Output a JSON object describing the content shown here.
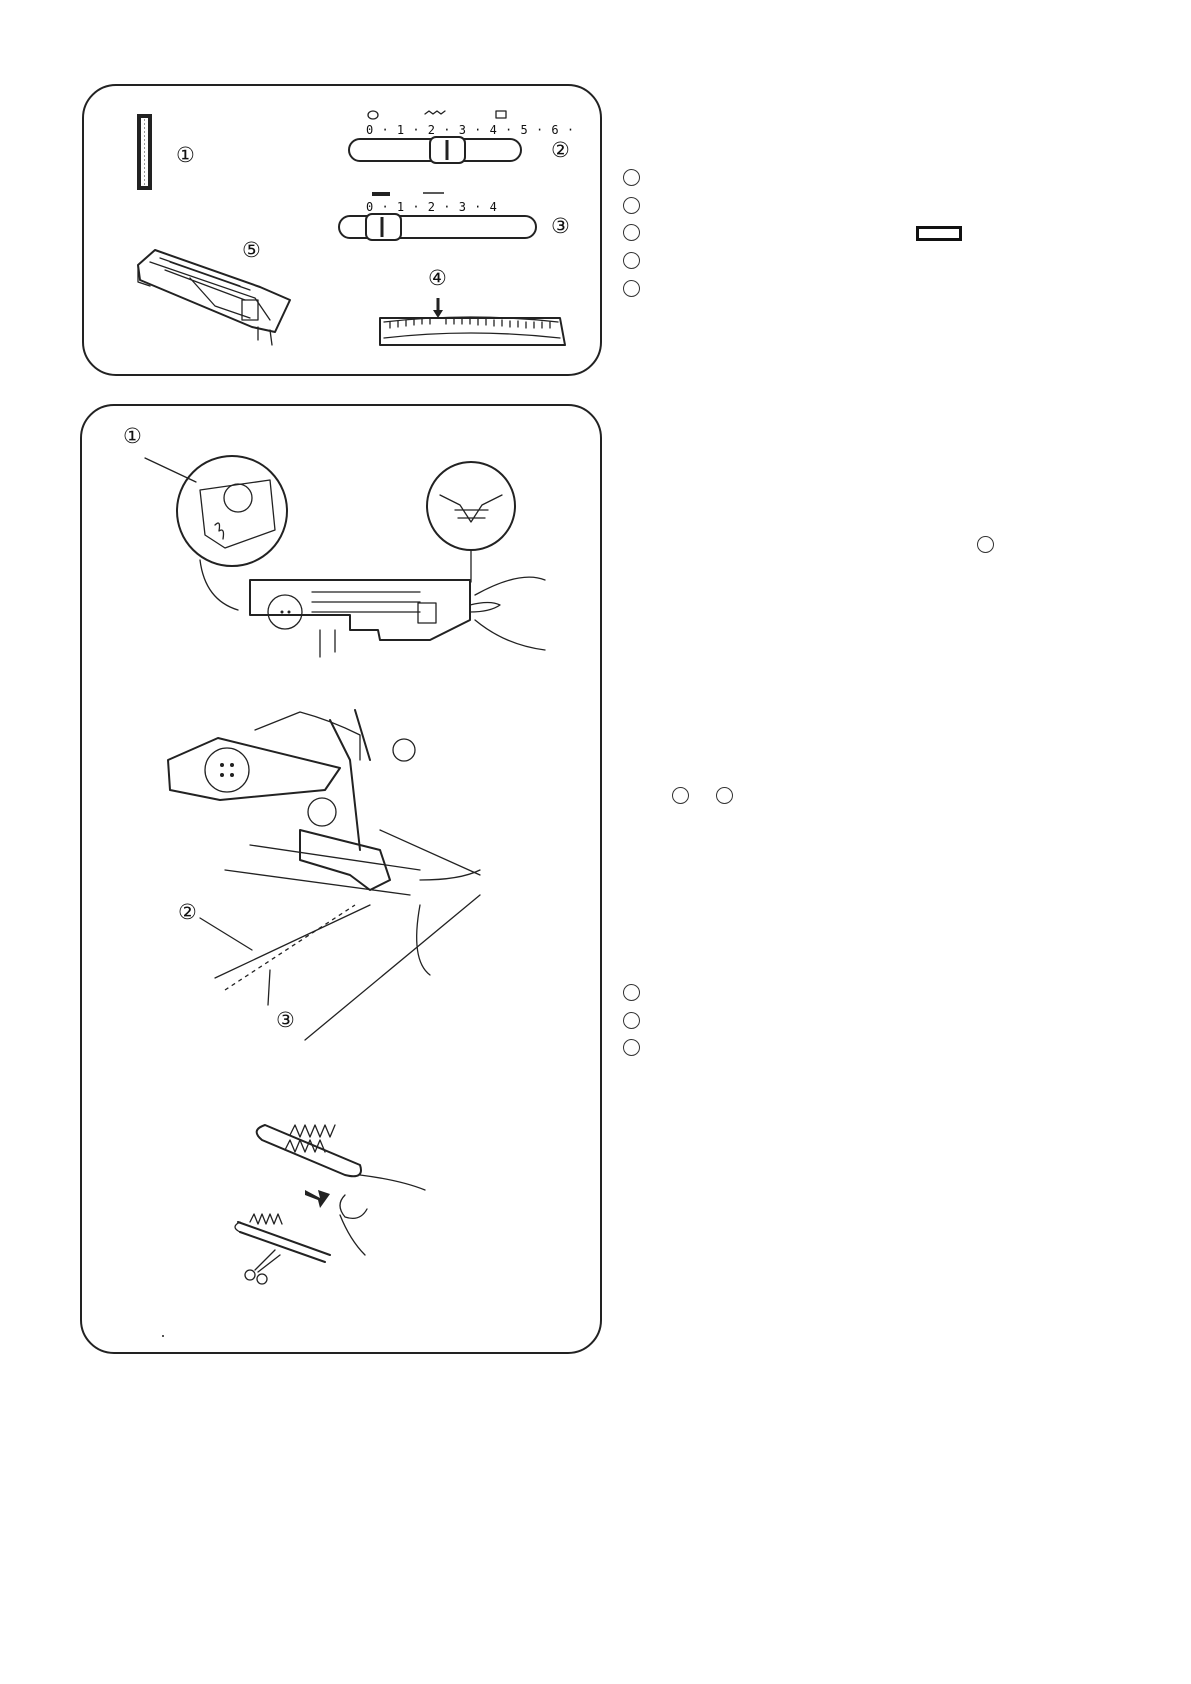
{
  "settings_panel": {
    "callouts": {
      "pattern": "①",
      "stitch_width": "②",
      "stitch_length": "③",
      "tension": "④",
      "presser_foot": "⑤"
    },
    "width_scale_ticks": "0 · 1 · 2 · 3 · 4 · 5 · 6 ·",
    "length_scale_ticks": "0  · 1  · 2  ·  3  ·  4"
  },
  "steps_panel": {
    "callouts": {
      "button_holder": "①",
      "fabric": "②",
      "buttonhole_line": "③"
    }
  }
}
